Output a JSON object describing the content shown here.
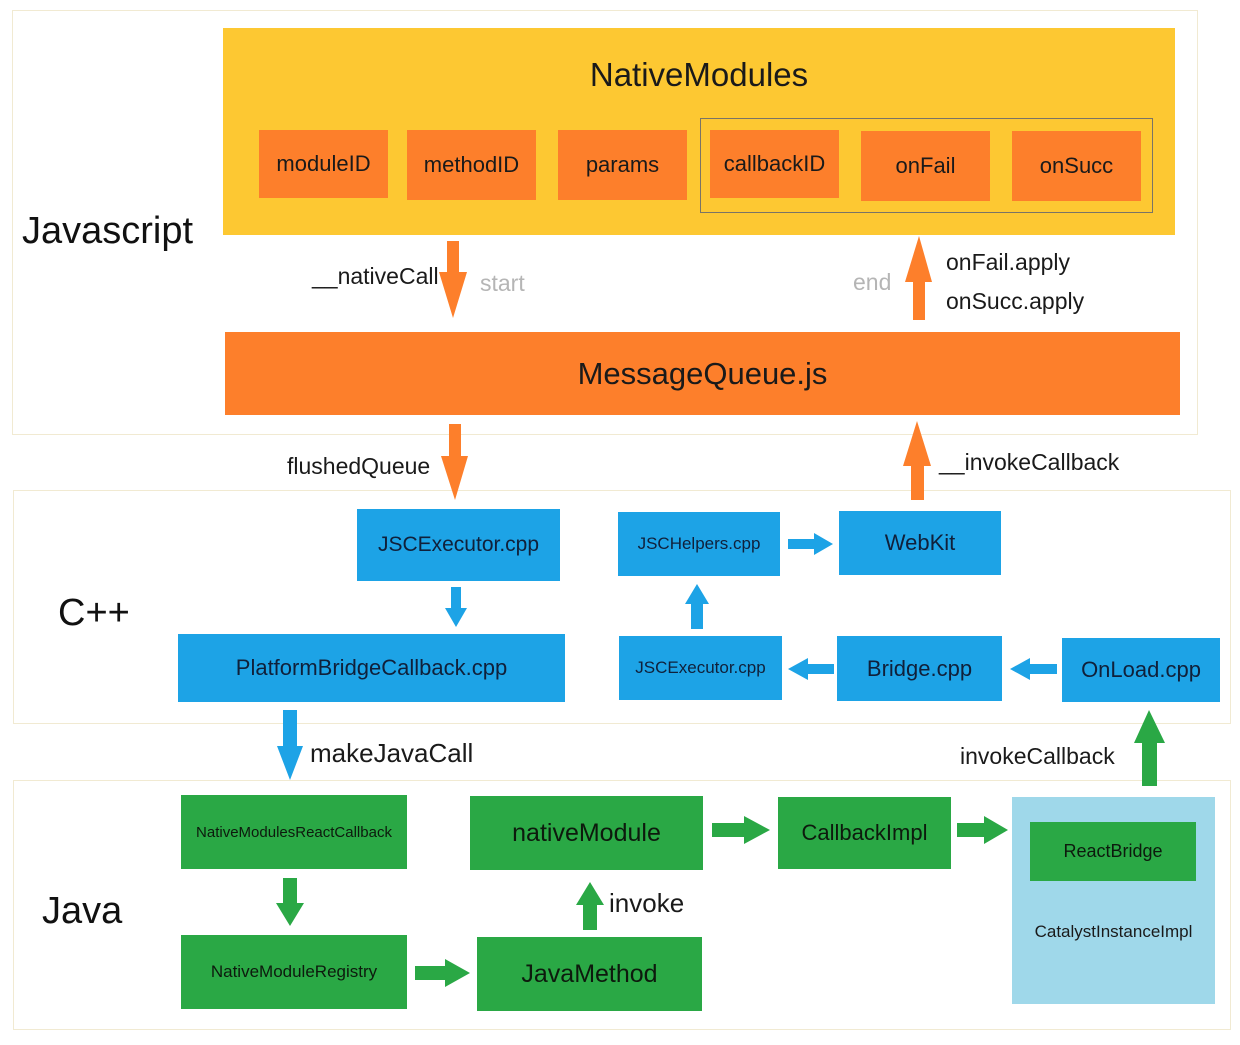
{
  "layers": {
    "javascript": "Javascript",
    "cpp": "C++",
    "java": "Java"
  },
  "js": {
    "native_modules": {
      "title": "NativeModules",
      "fields": [
        "moduleID",
        "methodID",
        "params",
        "callbackID",
        "onFail",
        "onSucc"
      ]
    },
    "message_queue": "MessageQueue.js"
  },
  "edge_labels": {
    "native_call": "__nativeCall",
    "start": "start",
    "end": "end",
    "on_fail_apply": "onFail.apply",
    "on_succ_apply": "onSucc.apply",
    "flushed_queue": "flushedQueue",
    "invoke_callback_js": "__invokeCallback",
    "make_java_call": "makeJavaCall",
    "invoke": "invoke",
    "invoke_callback": "invokeCallback"
  },
  "cpp": {
    "jsc_executor_top": "JSCExecutor.cpp",
    "platform_bridge_callback": "PlatformBridgeCallback.cpp",
    "jsc_helpers": "JSCHelpers.cpp",
    "webkit": "WebKit",
    "jsc_executor_bottom": "JSCExecutor.cpp",
    "bridge": "Bridge.cpp",
    "onload": "OnLoad.cpp"
  },
  "java": {
    "native_modules_react_callback": "NativeModulesReactCallback",
    "native_module_registry": "NativeModuleRegistry",
    "native_module": "nativeModule",
    "java_method": "JavaMethod",
    "callback_impl": "CallbackImpl",
    "react_bridge": "ReactBridge",
    "catalyst_instance_impl": "CatalystInstanceImpl"
  },
  "colors": {
    "native_modules_bg": "#fdc832",
    "orange": "#fd7f2b",
    "blue": "#1da3e6",
    "green": "#2aa845",
    "catalyst_bg": "#9fd8ea",
    "region_border": "#f1ead2"
  }
}
